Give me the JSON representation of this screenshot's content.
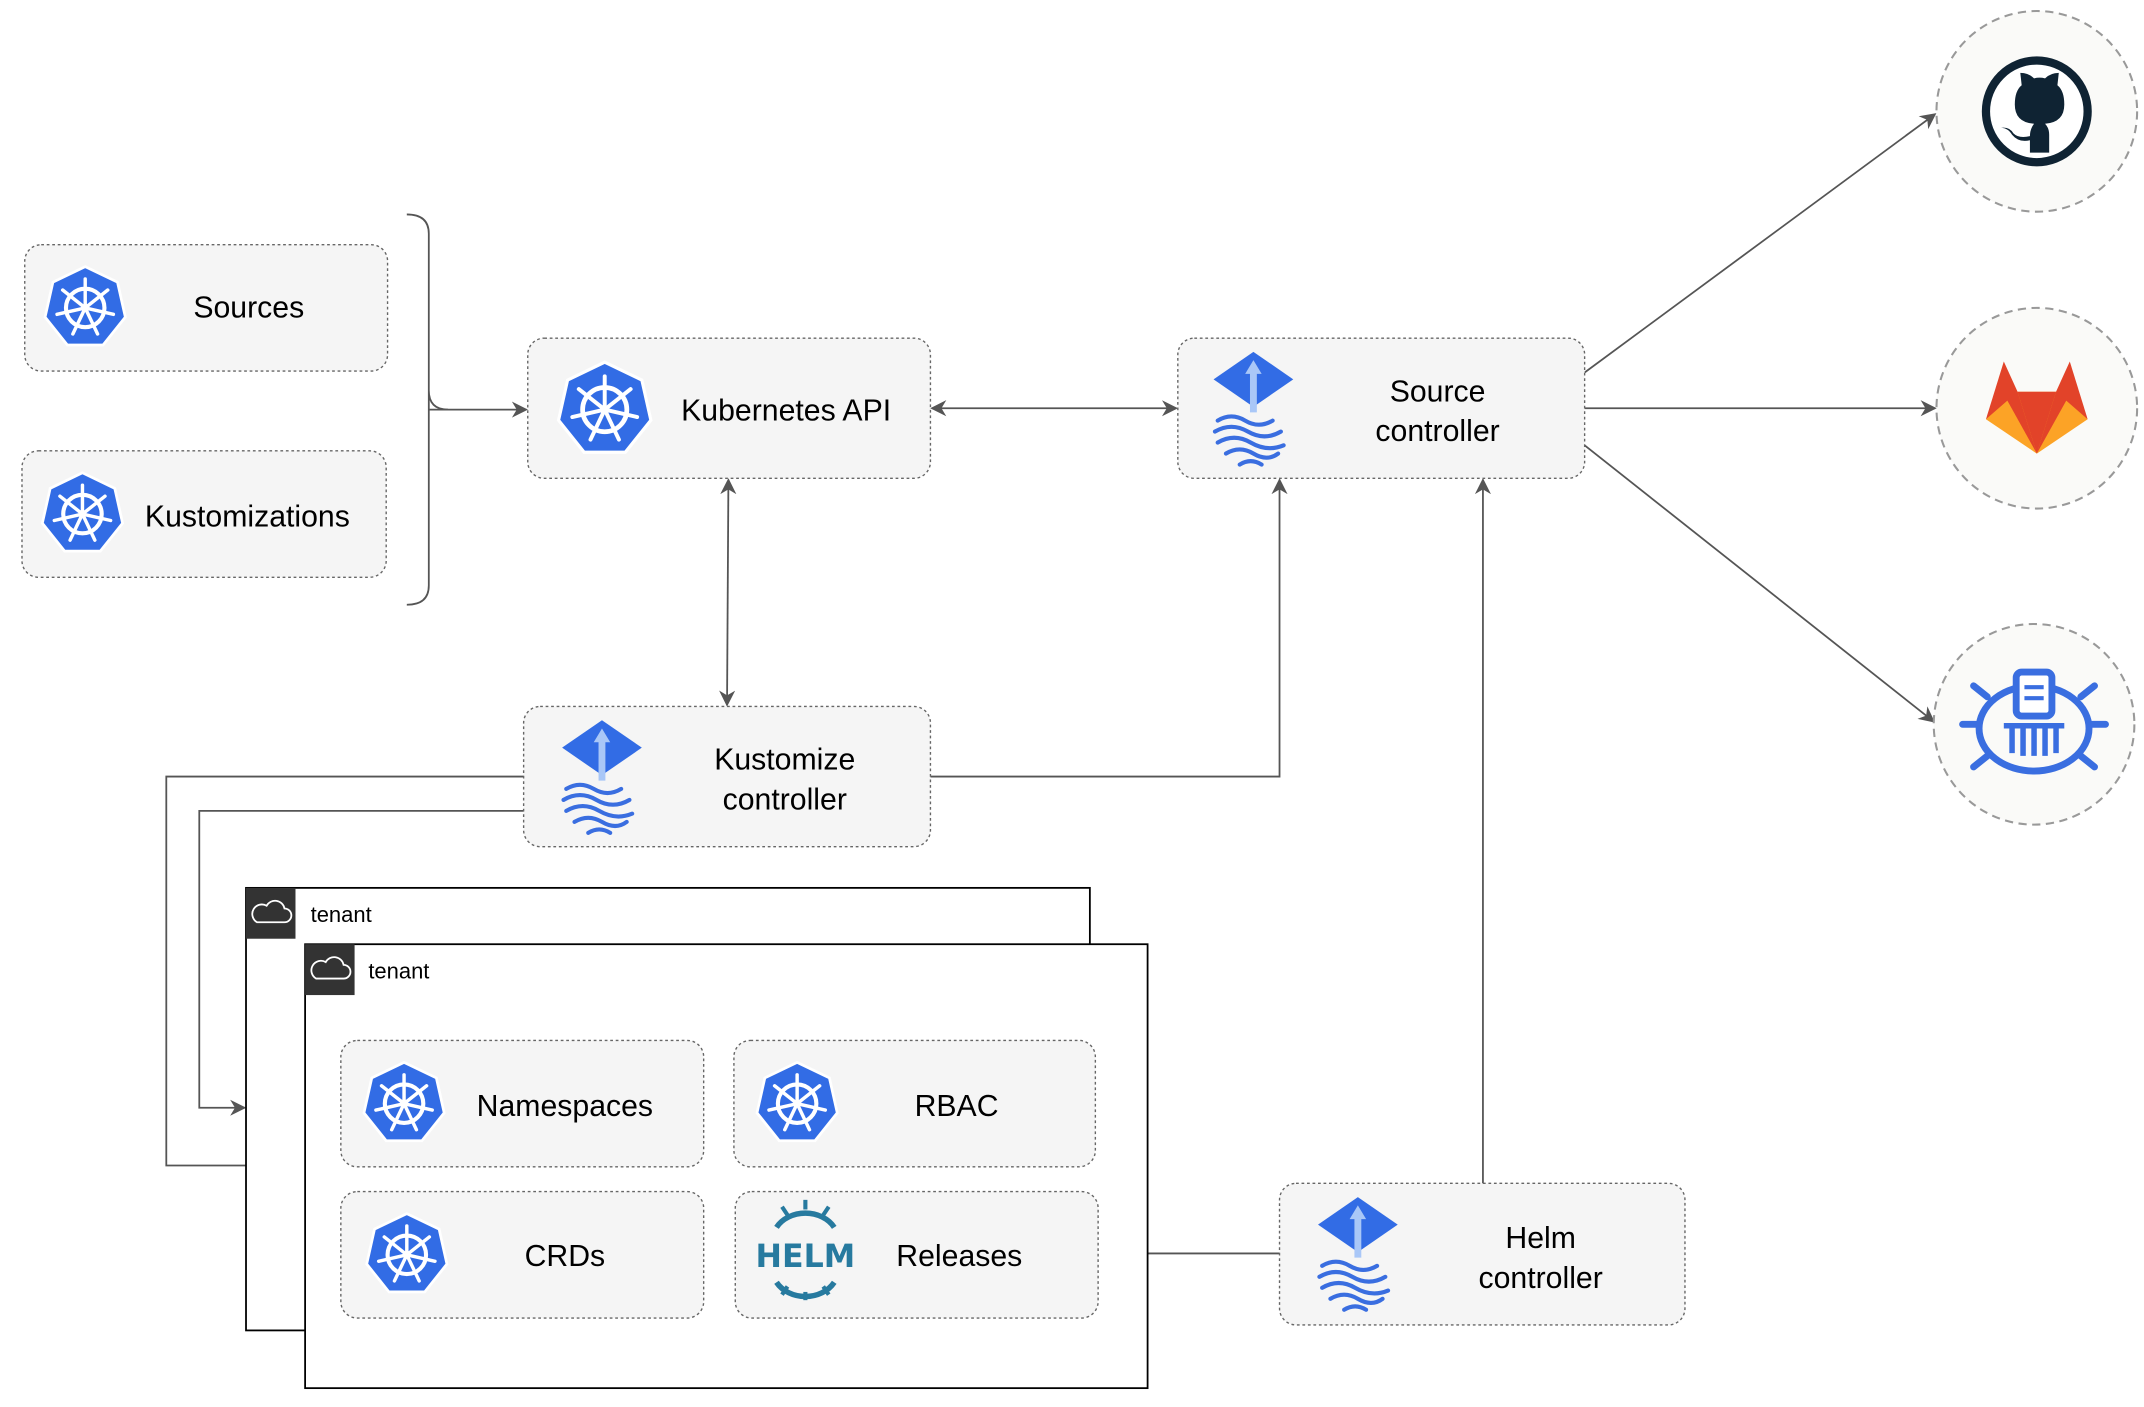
{
  "nodes": {
    "sources": "Sources",
    "kustomizations": "Kustomizations",
    "kubernetes_api": "Kubernetes API",
    "source_controller": [
      "Source",
      "controller"
    ],
    "kustomize_controller": [
      "Kustomize",
      "controller"
    ],
    "helm_controller": [
      "Helm",
      "controller"
    ],
    "namespaces": "Namespaces",
    "rbac": "RBAC",
    "crds": "CRDs",
    "releases": "Releases",
    "helm_logo_text": "HELM"
  },
  "groups": {
    "tenant_back": "tenant",
    "tenant_front": "tenant"
  },
  "external": [
    "github-icon",
    "gitlab-icon",
    "bucket-icon"
  ],
  "colors": {
    "k8s_blue": "#326ce5",
    "gitlab_orange": "#e24329",
    "github_dark": "#0f2333",
    "helm_blue": "#277a9f"
  }
}
